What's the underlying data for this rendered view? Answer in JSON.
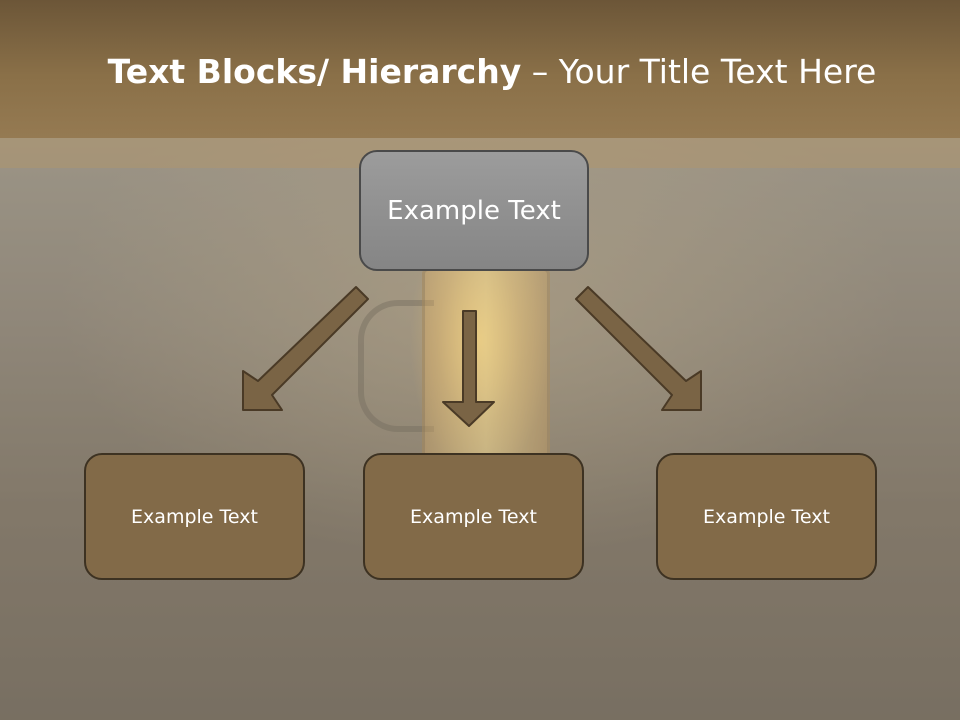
{
  "slide": {
    "title_bold": "Text Blocks/ Hierarchy",
    "title_dash": " – ",
    "title_regular": "Your Title Text Here"
  },
  "hierarchy": {
    "top": {
      "label": "Example Text"
    },
    "children": [
      {
        "label": "Example Text"
      },
      {
        "label": "Example Text"
      },
      {
        "label": "Example Text"
      }
    ]
  },
  "colors": {
    "header": "#8a7048",
    "top_box": "#8f8f8f",
    "child_box": "#826a48",
    "arrow": "#7a6445",
    "border": "#3d3222"
  }
}
